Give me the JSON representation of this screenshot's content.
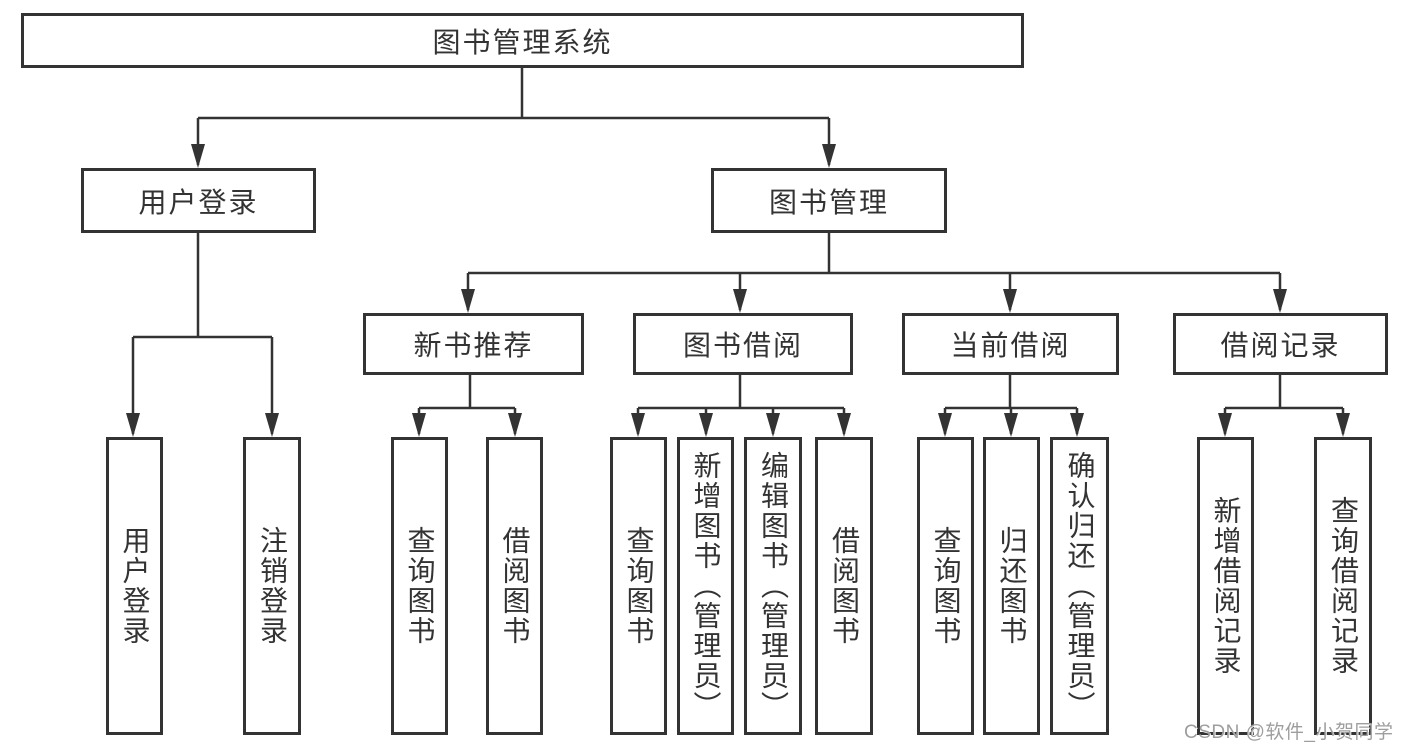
{
  "colors": {
    "line": "#333333",
    "box_border": "#333333",
    "box_fill": "#ffffff",
    "text": "#333333",
    "watermark": "#9e9e9e",
    "background": "#ffffff"
  },
  "diagram": {
    "root": {
      "label": "图书管理系统"
    },
    "branches": {
      "user_login": {
        "label": "用户登录",
        "children": [
          {
            "label": "用户登录"
          },
          {
            "label": "注销登录"
          }
        ]
      },
      "book_management": {
        "label": "图书管理",
        "children": [
          {
            "label": "新书推荐",
            "children": [
              {
                "label": "查询图书"
              },
              {
                "label": "借阅图书"
              }
            ]
          },
          {
            "label": "图书借阅",
            "children": [
              {
                "label": "查询图书"
              },
              {
                "label": "新增图书（管理员）"
              },
              {
                "label": "编辑图书（管理员）"
              },
              {
                "label": "借阅图书"
              }
            ]
          },
          {
            "label": "当前借阅",
            "children": [
              {
                "label": "查询图书"
              },
              {
                "label": "归还图书"
              },
              {
                "label": "确认归还（管理员）"
              }
            ]
          },
          {
            "label": "借阅记录",
            "children": [
              {
                "label": "新增借阅记录"
              },
              {
                "label": "查询借阅记录"
              }
            ]
          }
        ]
      }
    }
  },
  "watermark": {
    "text": "CSDN @软件_小贺同学"
  }
}
